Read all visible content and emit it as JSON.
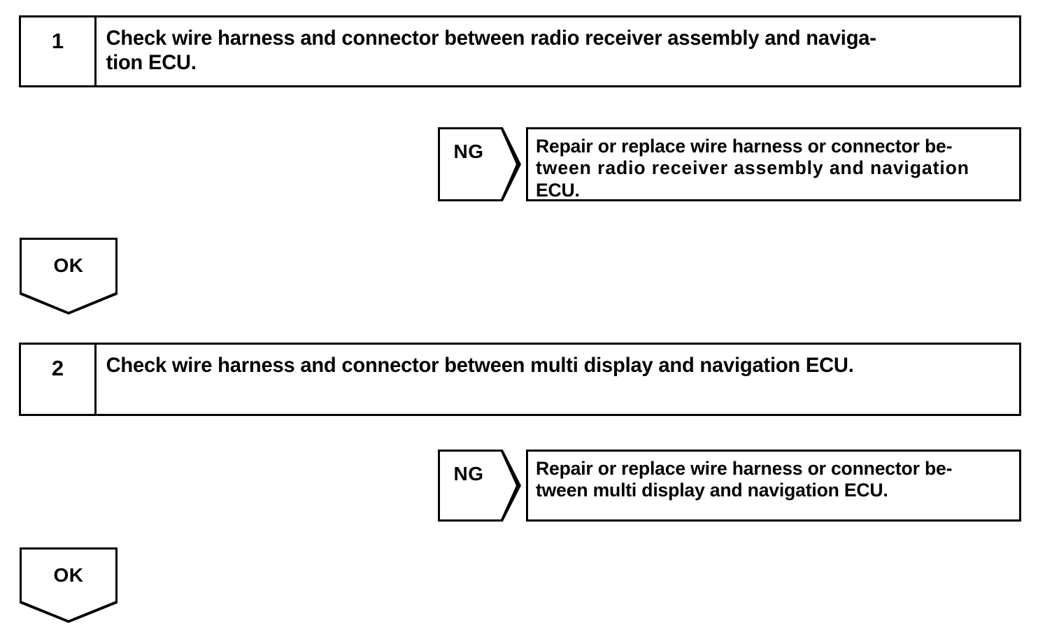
{
  "document": {
    "kind": "troubleshooting-flowchart",
    "background_color": "#ffffff",
    "ink_color": "#000000"
  },
  "steps": [
    {
      "number": "1",
      "text_lines": [
        "Check wire harness and connector between radio receiver assembly and naviga-",
        "tion ECU."
      ],
      "branch": {
        "label": "NG",
        "result_lines": [
          "Repair or replace wire harness or connector be-",
          "tween radio receiver assembly and navigation",
          "ECU."
        ]
      },
      "pass": {
        "label": "OK"
      }
    },
    {
      "number": "2",
      "text_lines": [
        "Check wire harness and connector between multi display and navigation ECU."
      ],
      "branch": {
        "label": "NG",
        "result_lines": [
          "Repair or replace wire harness or connector be-",
          "tween multi display and navigation ECU."
        ]
      },
      "pass": {
        "label": "OK"
      }
    }
  ]
}
